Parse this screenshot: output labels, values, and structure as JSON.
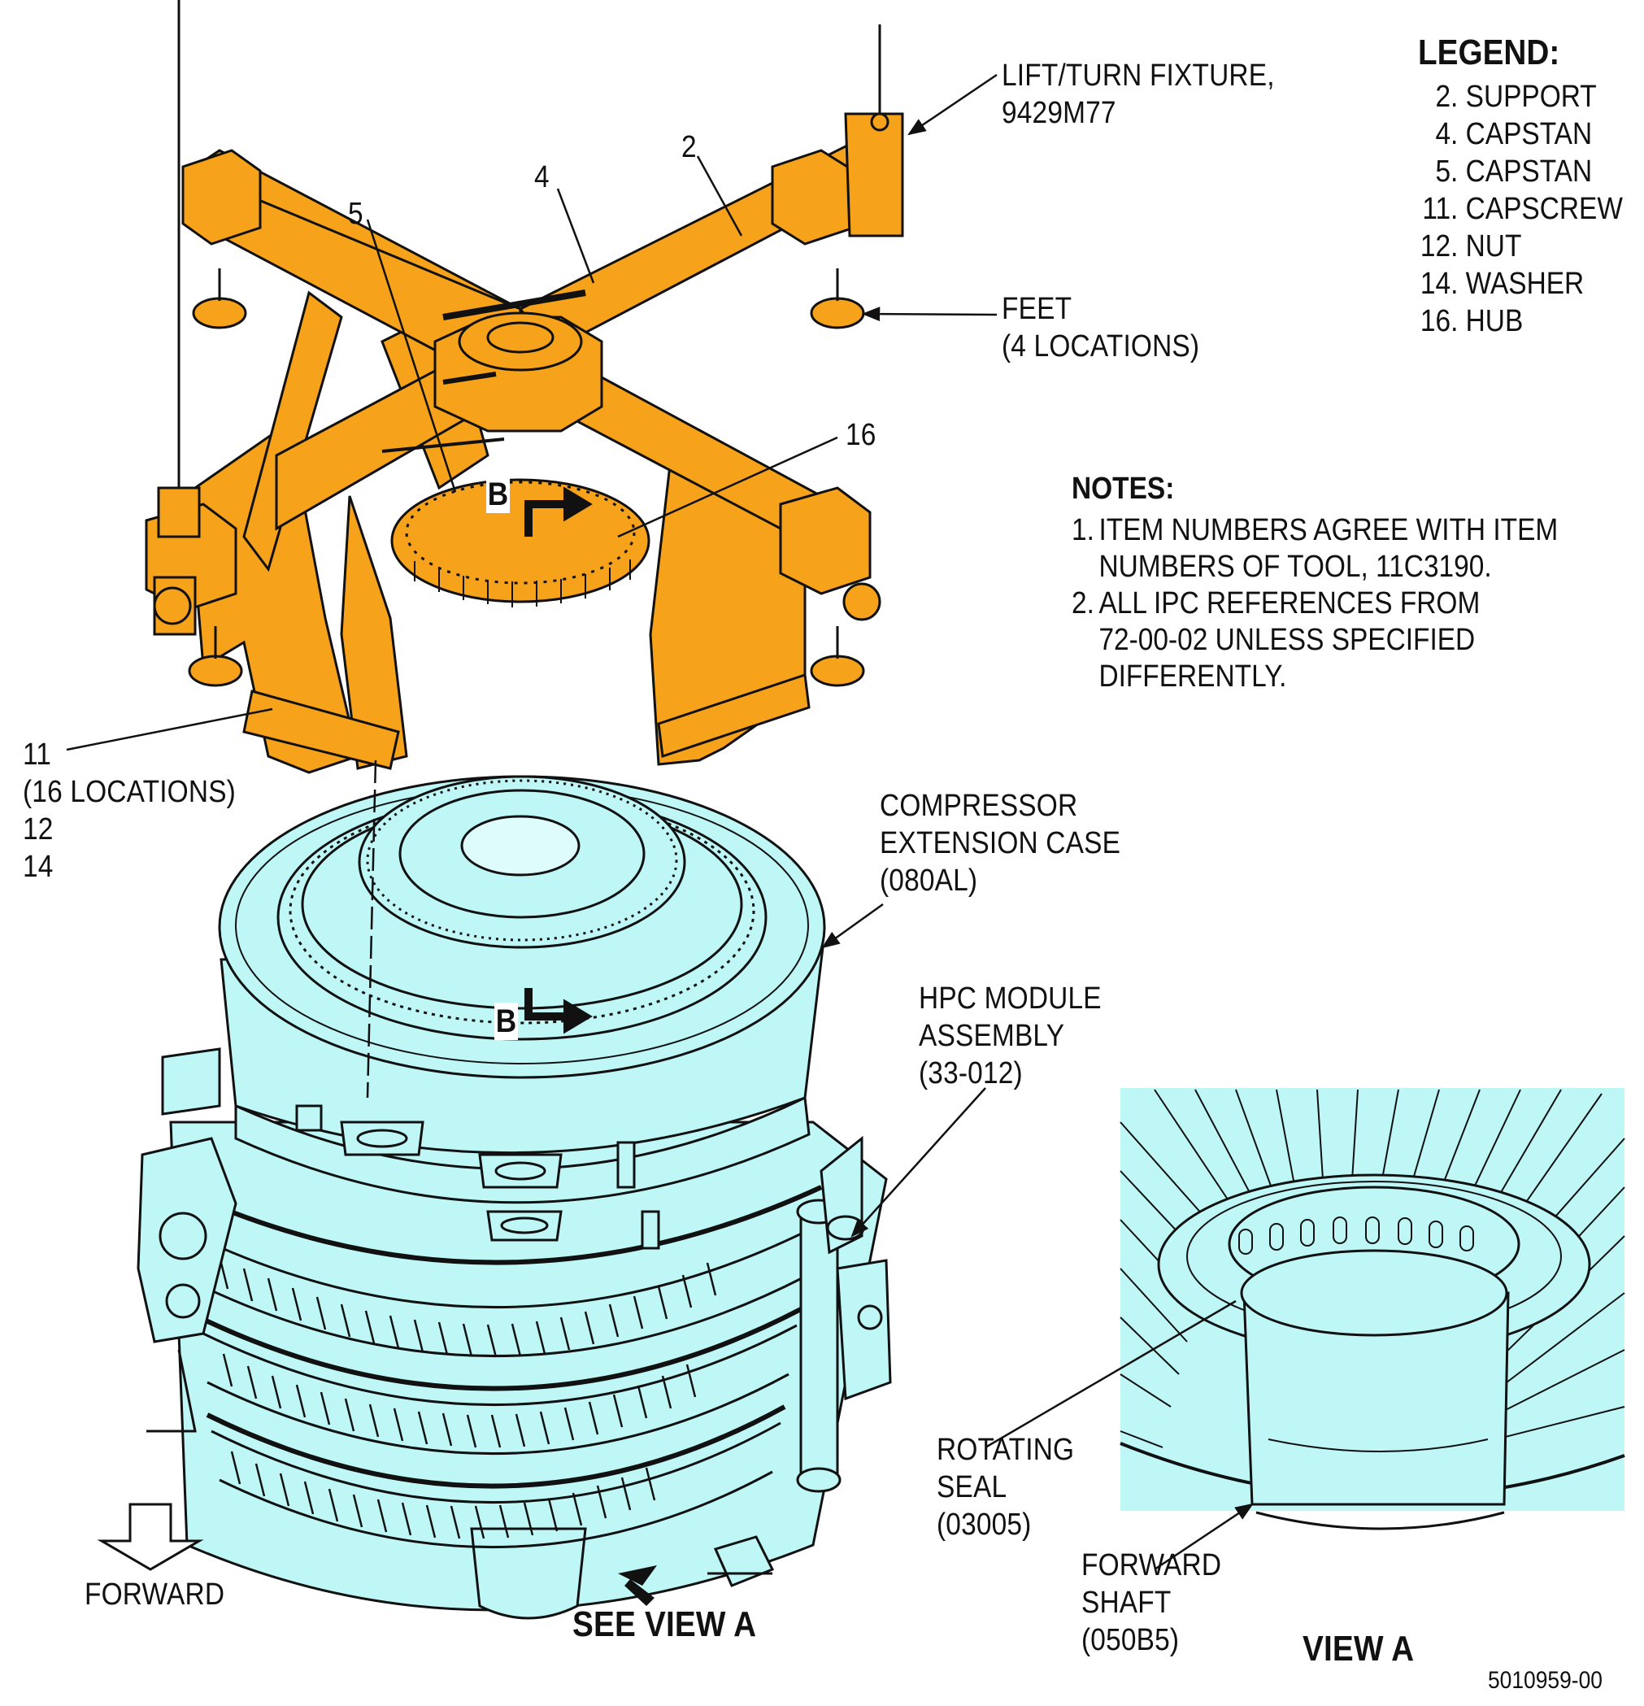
{
  "callouts": {
    "lift_turn_fixture": "LIFT/TURN FIXTURE,\n9429M77",
    "item_2": "2",
    "item_4": "4",
    "item_5": "5",
    "item_16": "16",
    "feet": "FEET\n(4 LOCATIONS)",
    "item_11_group": "11\n(16 LOCATIONS)\n12\n14",
    "compressor_extension_case": "COMPRESSOR\nEXTENSION CASE\n(080AL)",
    "hpc_module_assembly": "HPC MODULE\nASSEMBLY\n(33-012)",
    "rotating_seal": "ROTATING\nSEAL\n(03005)",
    "forward_shaft": "FORWARD\nSHAFT\n(050B5)",
    "forward": "FORWARD",
    "see_view_a": "SEE VIEW A",
    "view_a": "VIEW A",
    "section_b_top": "B",
    "section_b_bottom": "B"
  },
  "legend": {
    "title": "LEGEND:",
    "items": [
      {
        "num": "2.",
        "name": "SUPPORT"
      },
      {
        "num": "4.",
        "name": "CAPSTAN"
      },
      {
        "num": "5.",
        "name": "CAPSTAN"
      },
      {
        "num": "11.",
        "name": "CAPSCREW"
      },
      {
        "num": "12.",
        "name": "NUT"
      },
      {
        "num": "14.",
        "name": "WASHER"
      },
      {
        "num": "16.",
        "name": "HUB"
      }
    ]
  },
  "notes": {
    "title": "NOTES:",
    "items": [
      {
        "num": "1.",
        "text": "ITEM NUMBERS AGREE WITH ITEM\nNUMBERS OF TOOL, 11C3190."
      },
      {
        "num": "2.",
        "text": "ALL IPC REFERENCES FROM\n72-00-02 UNLESS SPECIFIED\nDIFFERENTLY."
      }
    ]
  },
  "figure_number": "5010959-00",
  "colors": {
    "fixture": "#f7a21b",
    "engine": "#bff7f7",
    "line": "#111111",
    "background": "#ffffff"
  }
}
